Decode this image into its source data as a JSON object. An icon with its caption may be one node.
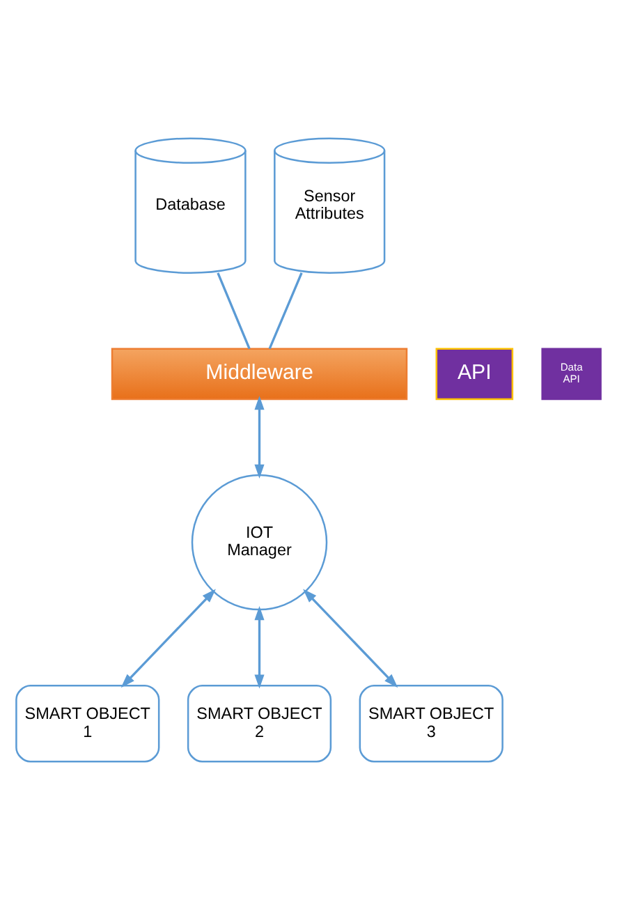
{
  "diagram": {
    "nodes": [
      {
        "text": [
          "Database"
        ]
      },
      {
        "text": [
          "Sensor Attributes"
        ]
      },
      {
        "text": [
          "API"
        ]
      },
      {
        "text": [
          "Middleware"
        ]
      },
      {
        "text": [
          "Data API"
        ]
      },
      {
        "text": [
          "IOT Manager"
        ]
      },
      {
        "text": [
          "SMART OBJECT 1"
        ]
      },
      {
        "text": [
          "SMART OBJECT 2"
        ]
      },
      {
        "text": [
          "SMART OBJECT 3"
        ]
      }
    ],
    "edges": [
      {
        "from": 0,
        "to": 3,
        "arrow": "none"
      },
      {
        "from": 1,
        "to": 3,
        "arrow": "none"
      },
      {
        "from": 3,
        "to": 5,
        "arrow": "both"
      },
      {
        "from": 5,
        "to": 6,
        "arrow": "both"
      },
      {
        "from": 5,
        "to": 7,
        "arrow": "both"
      },
      {
        "from": 5,
        "to": 8,
        "arrow": "both"
      }
    ]
  }
}
